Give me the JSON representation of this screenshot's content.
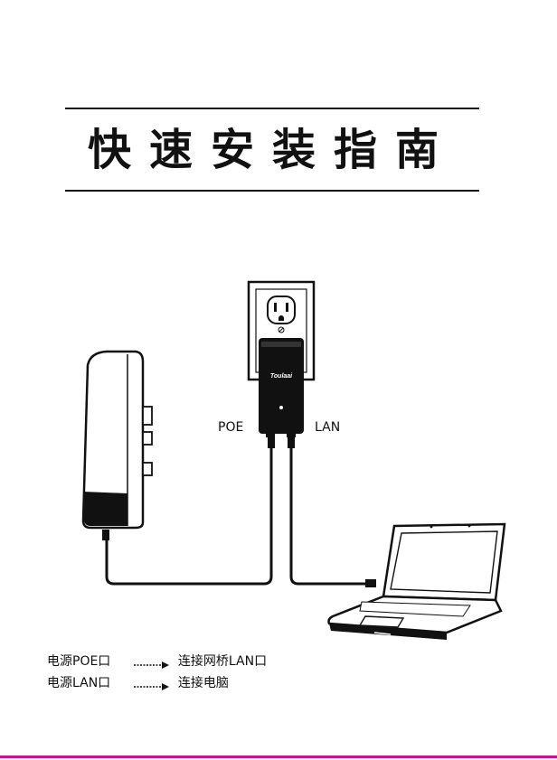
{
  "title": "快速安装指南",
  "diagram": {
    "poe_label": "POE",
    "lan_label": "LAN",
    "adapter_brand": "Toulaai",
    "bridge_device": "outdoor-cpe-bridge",
    "adapter_device": "poe-power-adapter",
    "computer_device": "laptop"
  },
  "legend": [
    {
      "source": "电源POE口",
      "target": "连接网桥LAN口"
    },
    {
      "source": "电源LAN口",
      "target": "连接电脑"
    }
  ],
  "colors": {
    "accent_bar": "#c2188a",
    "ink": "#111111"
  }
}
